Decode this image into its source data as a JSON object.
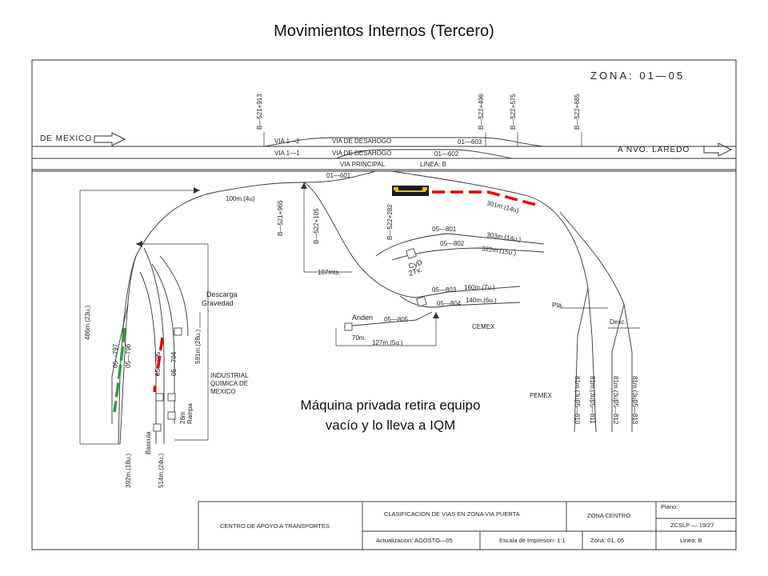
{
  "title": "Movimientos Internos (Tercero)",
  "caption": [
    "Máquina privada retira equipo",
    "vacío y lo lleva a IQM"
  ],
  "plan": {
    "zone": "ZONA:  01—05",
    "de_mexico": "DE MEXICO",
    "a_nvo_laredo": "A NVO. LAREDO",
    "via_1_2": "VIA 1—2",
    "via_1_1": "VIA 1—1",
    "via_desahogo_1": "VIA DE DESAHOGO",
    "via_desahogo_2": "VIA DE DESAHOGO",
    "via_principal": "VIA PRINCIPAL",
    "linea_b": "LINEA: B",
    "km_markers": [
      "B—521+913",
      "B—522+496",
      "B—522+575",
      "B—522+685",
      "B—521+965",
      "B—522+105",
      "B—522+282"
    ],
    "track_ids": {
      "t01_603": "01—603",
      "t01_602": "01—602",
      "t01_601": "01—601",
      "t05_801": "05—801",
      "t05_802": "05—802",
      "t05_803": "05—803",
      "t05_804": "05—804",
      "t05_805": "05—805",
      "t05_797": "05—797",
      "t05_796": "05—796",
      "t05_795": "05—795",
      "t05_794": "05—794",
      "t05_810": "05—810",
      "t05_811": "05—811",
      "t05_812": "05—812",
      "t05_813": "05—813"
    },
    "lengths": {
      "l100": "100m.(4u)",
      "l301": "301m.(14u)",
      "l303": "303m.(14u.)",
      "l322": "322m.(15u.)",
      "l160": "160m.(7u.)",
      "l140": "140m.(6u.)",
      "l127": "127m.(5u.)",
      "l107": "107mts.",
      "l486": "486m.(23u.)",
      "l591": "591m.(28u.)",
      "l392": "392m.(18u.)",
      "l514": "514m.(24u.)",
      "l81a": "81m.(3u)",
      "l81b": "81m.(3u)",
      "l81c": "81m.(3u)",
      "l81d": "81m.(3u)",
      "l70": "70m."
    },
    "places": {
      "descarga": "Descarga",
      "gravedad": "Gravedad",
      "industrial": "INDUSTRIAL",
      "quimica": "QUIMICA DE",
      "mexico": "MEXICO",
      "cvd": "CyD",
      "tv": "2Tv.",
      "anden": "Anden",
      "cemex": "CEMEX",
      "pemex": "PEMEX",
      "pta": "Pta.",
      "desc": "Desc.",
      "bascula": "Bascula",
      "rampa_m": "28m",
      "rampa": "Rampa"
    },
    "colors": {
      "move_red": "#e00000",
      "track_green": "#2e9b3f",
      "loco": "#1a1a1a",
      "loco_stripe": "#e8c21a"
    }
  },
  "title_block": {
    "centro": "CENTRO DE APOYO A TRANSPORTES",
    "clasificacion": "CLASIFICACION DE VIAS EN ZONA VIA PUERTA",
    "zona_centro": "ZONA CENTRO",
    "plano_label": "Plano:",
    "plano_value": "ZCSLP — 19/27",
    "actualizacion": "Actualizacion:   AGOSTO—05",
    "escala": "Escala de Impresion:   1:1",
    "zona": "Zona:   01, 05",
    "linea": "Linea:   B"
  }
}
